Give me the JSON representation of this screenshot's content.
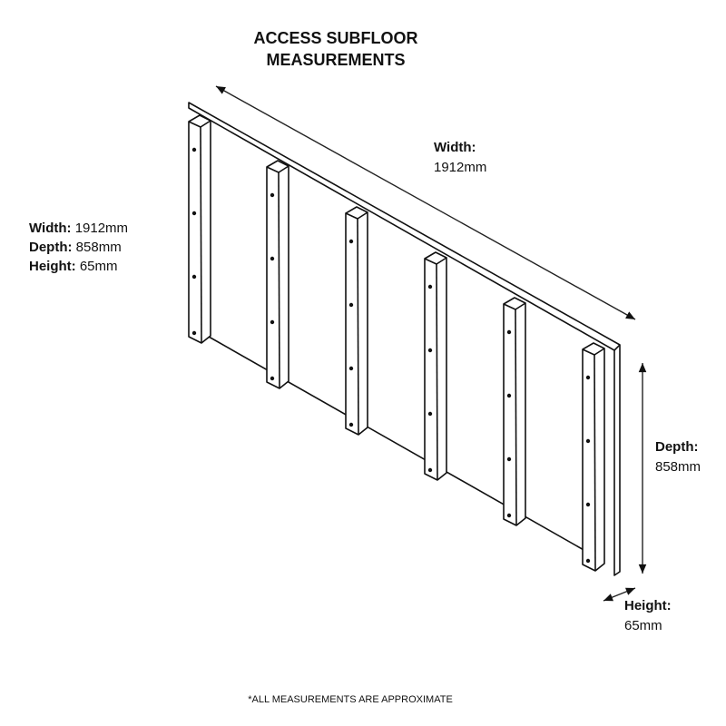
{
  "title": {
    "line1": "ACCESS SUBFLOOR",
    "line2": "MEASUREMENTS"
  },
  "summary": {
    "width_label": "Width:",
    "width_value": "1912mm",
    "depth_label": "Depth:",
    "depth_value": "858mm",
    "height_label": "Height:",
    "height_value": "65mm"
  },
  "dimensions": {
    "width": {
      "label": "Width:",
      "value": "1912mm"
    },
    "depth": {
      "label": "Depth:",
      "value": "858mm"
    },
    "height": {
      "label": "Height:",
      "value": "65mm"
    }
  },
  "footnote": "*ALL MEASUREMENTS ARE APPROXIMATE"
}
